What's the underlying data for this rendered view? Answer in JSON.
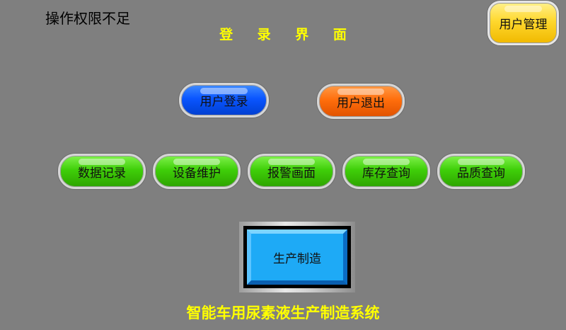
{
  "status": {
    "warning": "操作权限不足"
  },
  "screen": {
    "title": "登 录 界 面"
  },
  "header": {
    "user_manage": "用户管理"
  },
  "auth": {
    "login": "用户登录",
    "logout": "用户退出"
  },
  "nav": {
    "items": [
      "数据记录",
      "设备维护",
      "报警画面",
      "库存查询",
      "品质查询"
    ]
  },
  "production": {
    "label": "生产制造"
  },
  "footer": {
    "system_title": "智能车用尿素液生产制造系统"
  }
}
